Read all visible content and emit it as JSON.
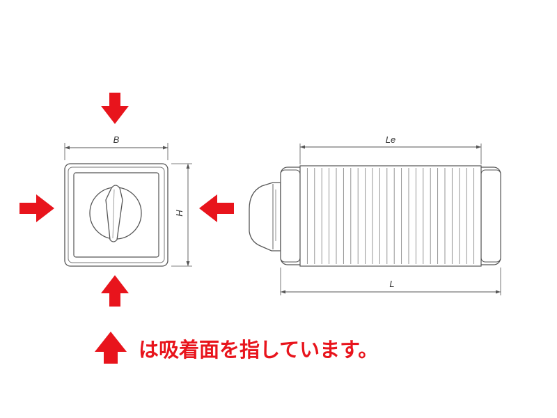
{
  "labels": {
    "width": "B",
    "height": "H",
    "effective_length": "Le",
    "length": "L"
  },
  "note": {
    "text": "は吸着面を指しています。"
  },
  "colors": {
    "arrow": "#e8141c",
    "line": "#555555",
    "text": "#333333"
  }
}
